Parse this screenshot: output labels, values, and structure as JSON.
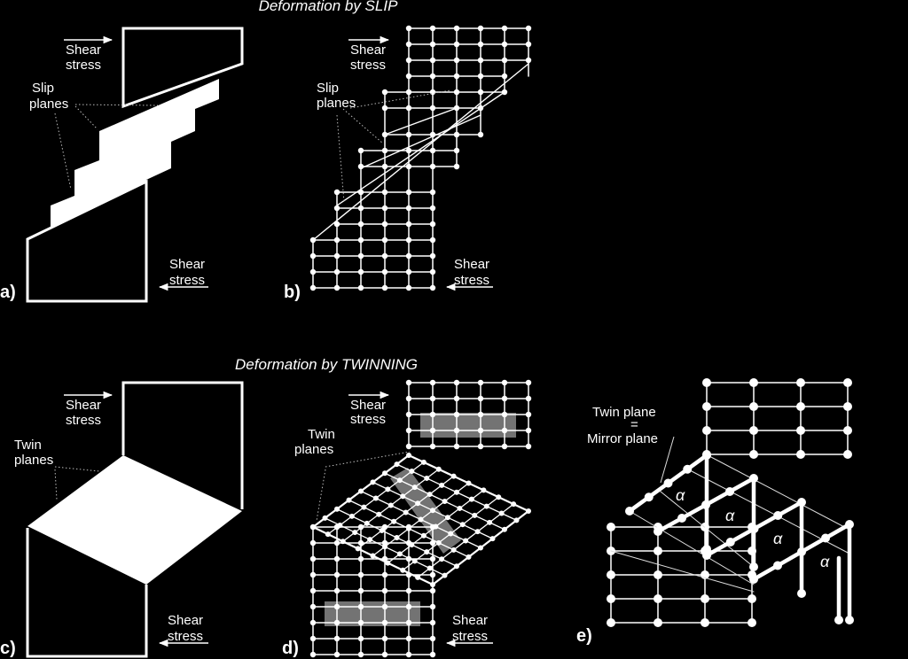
{
  "titles": {
    "slip": "Deformation by SLIP",
    "twinning": "Deformation by TWINNING"
  },
  "panels": {
    "a": "a)",
    "b": "b)",
    "c": "c)",
    "d": "d)",
    "e": "e)"
  },
  "labels": {
    "shear": "Shear",
    "stress": "stress",
    "slip": "Slip",
    "planes": "planes",
    "twin": "Twin",
    "twin_plane": "Twin plane",
    "equals": "=",
    "mirror_plane": "Mirror plane",
    "alpha": "α"
  },
  "colors": {
    "background": "#000000",
    "foreground": "#ffffff",
    "highlight": "#9a9a9a"
  }
}
